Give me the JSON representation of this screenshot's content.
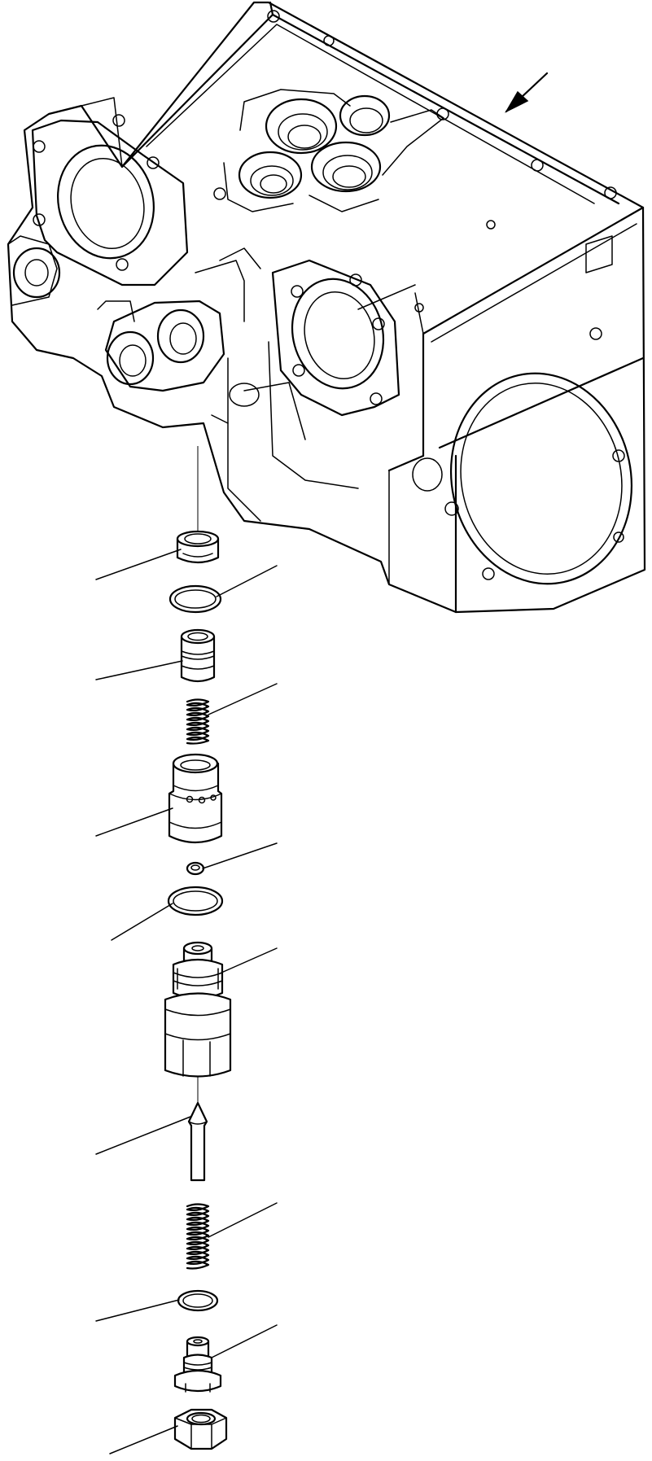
{
  "diagram": {
    "parts": [
      {
        "id": "housing",
        "icon": "valve-housing-icon"
      },
      {
        "id": "seat",
        "icon": "seat-cap-icon"
      },
      {
        "id": "o-ring-1",
        "icon": "o-ring-icon"
      },
      {
        "id": "sleeve",
        "icon": "sleeve-icon"
      },
      {
        "id": "spring-1",
        "icon": "coil-spring-icon"
      },
      {
        "id": "valve-body",
        "icon": "valve-body-icon"
      },
      {
        "id": "small-ring",
        "icon": "backup-ring-icon"
      },
      {
        "id": "o-ring-2",
        "icon": "o-ring-icon"
      },
      {
        "id": "plug",
        "icon": "hex-plug-icon"
      },
      {
        "id": "poppet",
        "icon": "poppet-pin-icon"
      },
      {
        "id": "spring-2",
        "icon": "coil-spring-icon"
      },
      {
        "id": "o-ring-3",
        "icon": "o-ring-icon"
      },
      {
        "id": "adjust-screw",
        "icon": "adjust-screw-icon"
      },
      {
        "id": "lock-nut",
        "icon": "hex-nut-icon"
      }
    ],
    "view_arrow": {
      "icon": "view-direction-arrow-icon"
    }
  },
  "colors": {
    "line": "#000000",
    "background": "#ffffff"
  }
}
